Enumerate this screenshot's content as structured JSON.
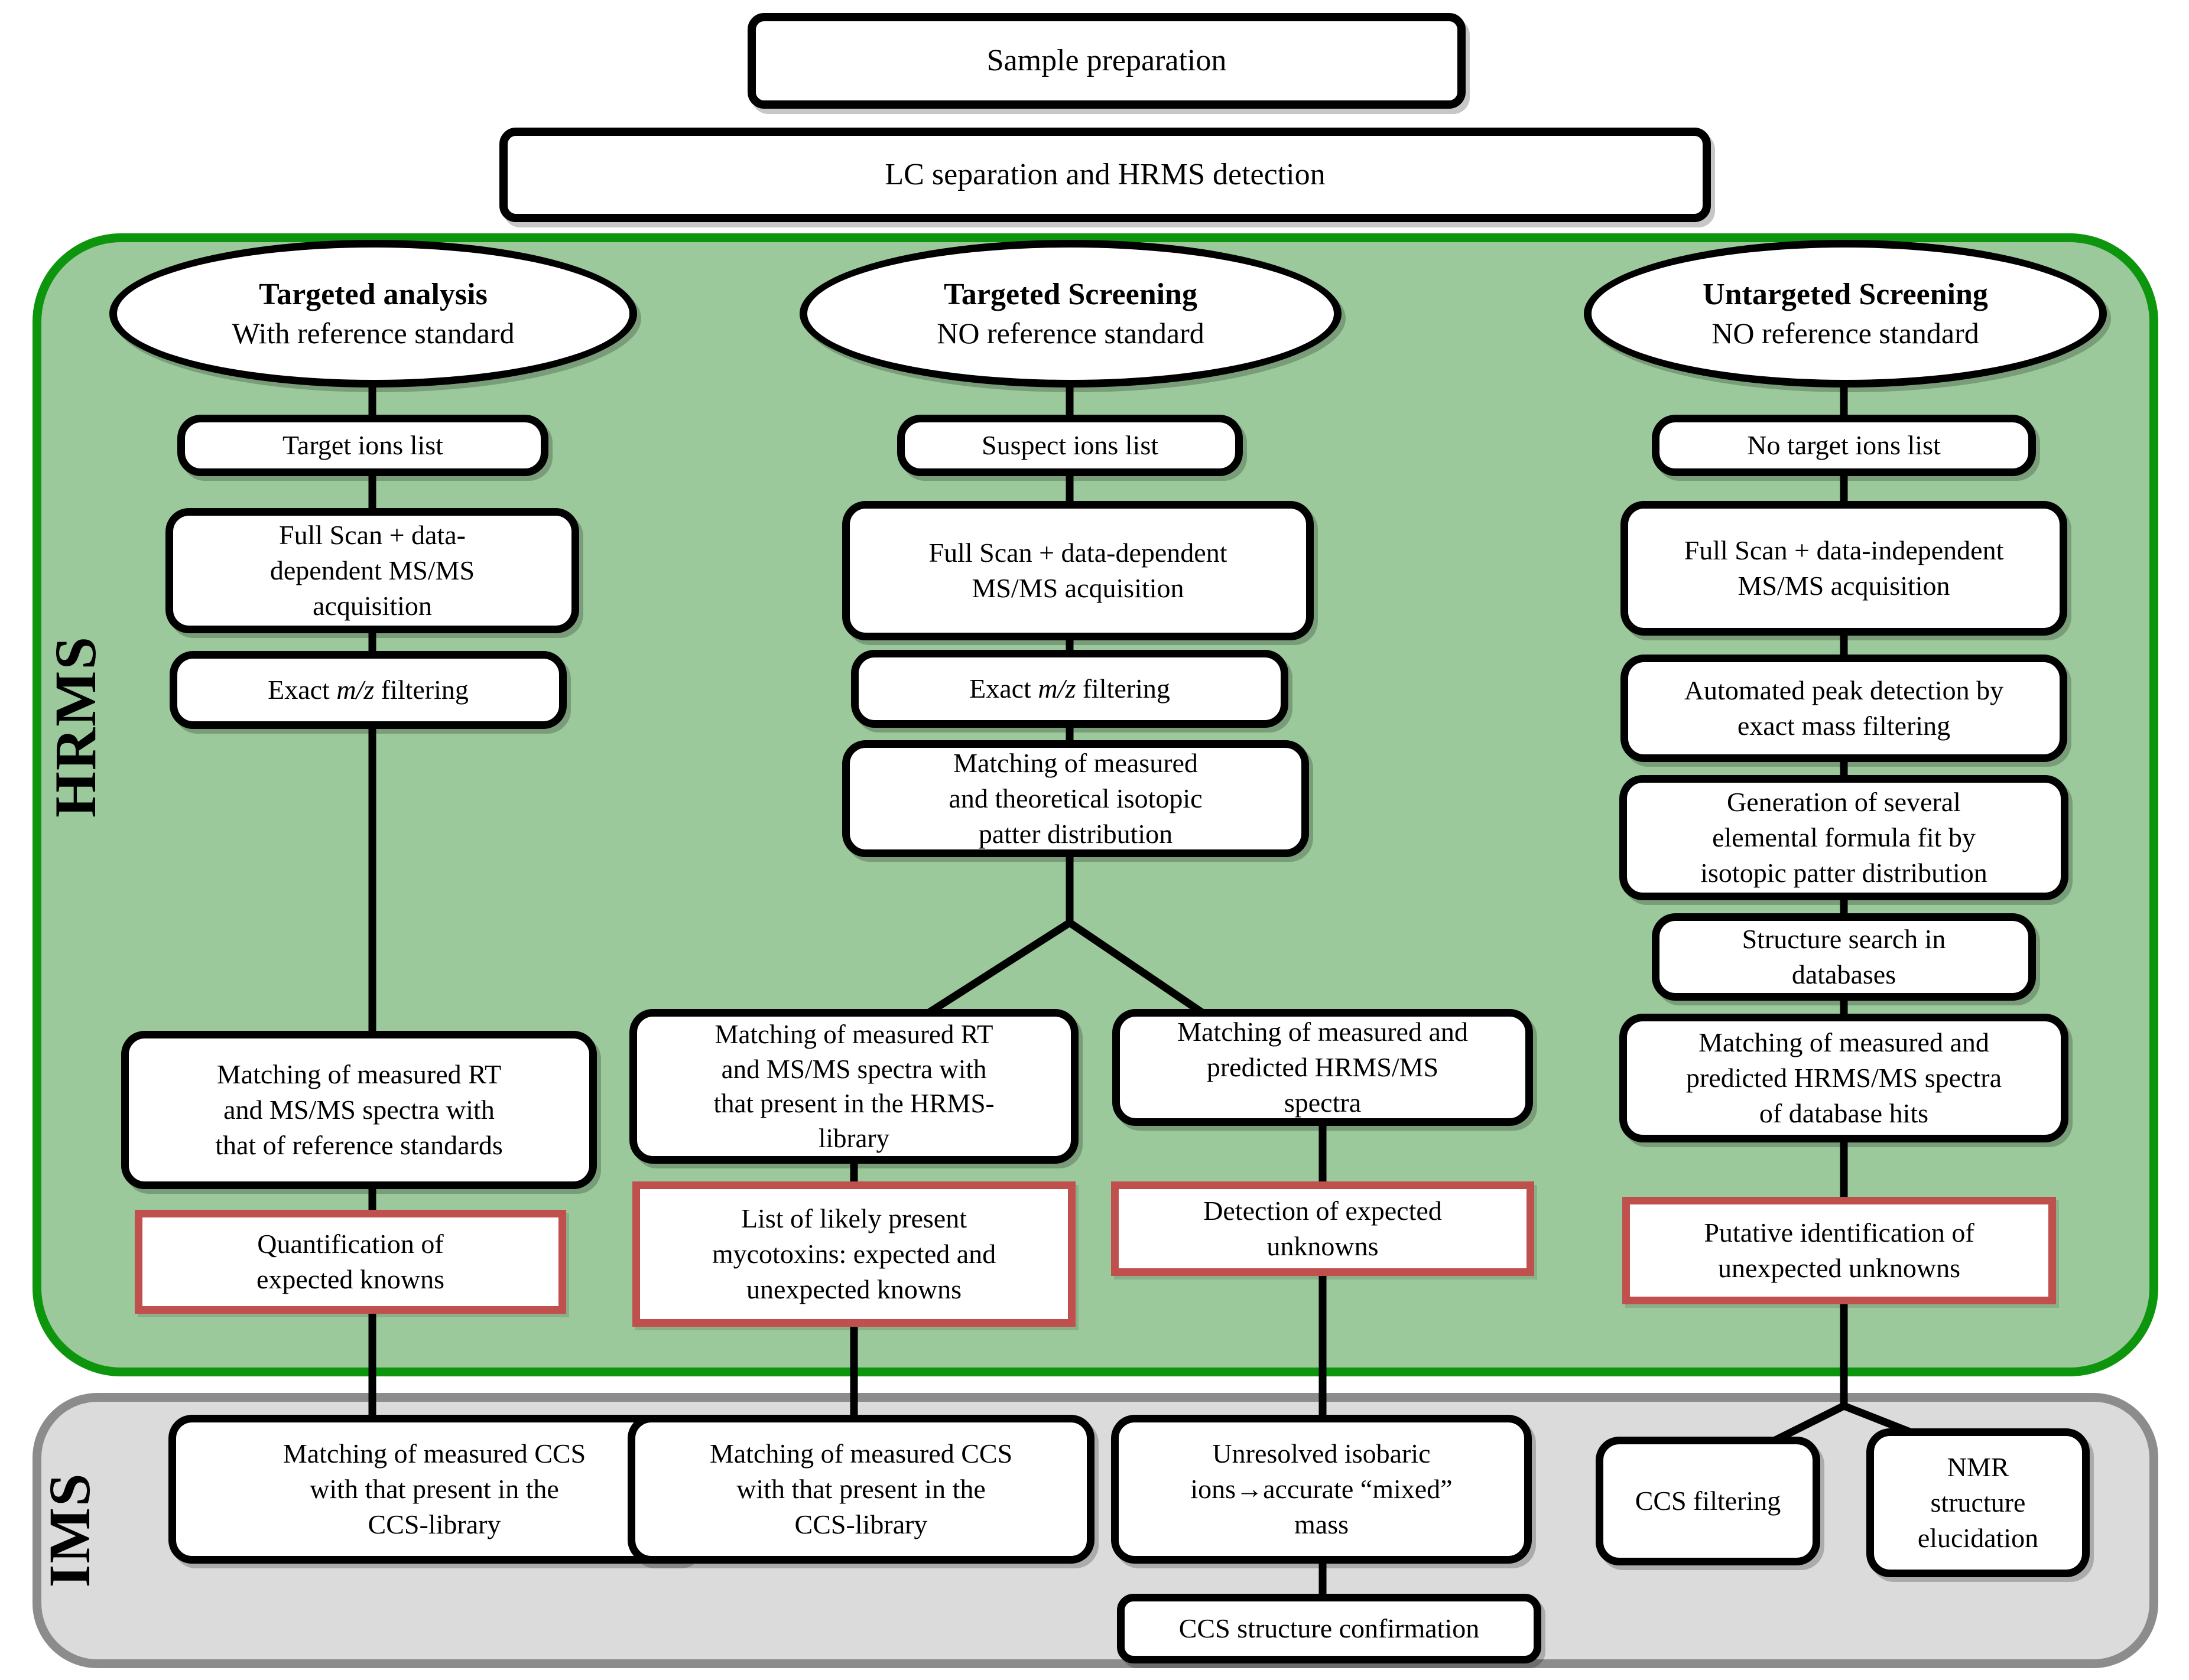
{
  "top": {
    "sample_prep": "Sample preparation",
    "lc_hrms": "LC separation and HRMS detection"
  },
  "sections": {
    "hrms": {
      "label": "HRMS"
    },
    "ims": {
      "label": "IMS"
    }
  },
  "colors": {
    "hrms_panel_fill": "#9CC99C",
    "hrms_panel_border": "#0D960D",
    "ims_panel_fill": "#DBDBDB",
    "ims_panel_border": "#8C8C8C",
    "result_box_border": "#C0504D",
    "flow_box_border": "#000000"
  },
  "col1": {
    "ellipse_title": "Targeted analysis",
    "ellipse_sub": "With reference standard",
    "target_ions": "Target ions list",
    "full_scan": "Full Scan + data-\ndependent MS/MS\nacquisition",
    "exact_mz": {
      "pre": "Exact",
      "it": "m/z",
      "post": "filtering"
    },
    "match_rt": "Matching of measured RT\nand MS/MS spectra with\nthat of reference standards",
    "result": "Quantification of\nexpected knowns"
  },
  "col2": {
    "ellipse_title": "Targeted Screening",
    "ellipse_sub": "NO reference standard",
    "suspect_ions": "Suspect ions list",
    "full_scan": "Full Scan + data-dependent\nMS/MS acquisition",
    "exact_mz": {
      "pre": "Exact",
      "it": "m/z",
      "post": "filtering"
    },
    "isotopic": "Matching of measured\nand theoretical isotopic\npatter distribution",
    "match_hrms_library": "Matching of measured RT\nand MS/MS spectra with\nthat present in the HRMS-\nlibrary",
    "match_predicted": "Matching of measured and\npredicted HRMS/MS\nspectra",
    "result_left": "List of likely present\nmycotoxins: expected and\nunexpected knowns",
    "result_right": "Detection of expected\nunknowns"
  },
  "col3": {
    "ellipse_title": "Untargeted Screening",
    "ellipse_sub": "NO reference standard",
    "no_target_ions": "No target ions list",
    "full_scan": "Full Scan + data-independent\nMS/MS acquisition",
    "auto_peak": "Automated peak detection by\nexact mass filtering",
    "gen_formula": "Generation of several\nelemental formula fit by\nisotopic patter distribution",
    "struct_search": "Structure search in\ndatabases",
    "match_db": "Matching of measured and\npredicted HRMS/MS spectra\nof database hits",
    "result": "Putative identification of\nunexpected unknowns"
  },
  "ims": {
    "ccs_match_col1": "Matching of measured CCS\nwith that present in the\nCCS-library",
    "ccs_match_col2": "Matching of measured CCS\nwith that present in the\nCCS-library",
    "unresolved": "Unresolved isobaric\nions→accurate “mixed”\nmass",
    "ccs_confirmation": "CCS structure confirmation",
    "ccs_filtering": "CCS filtering",
    "nmr": "NMR\nstructure\nelucidation"
  }
}
